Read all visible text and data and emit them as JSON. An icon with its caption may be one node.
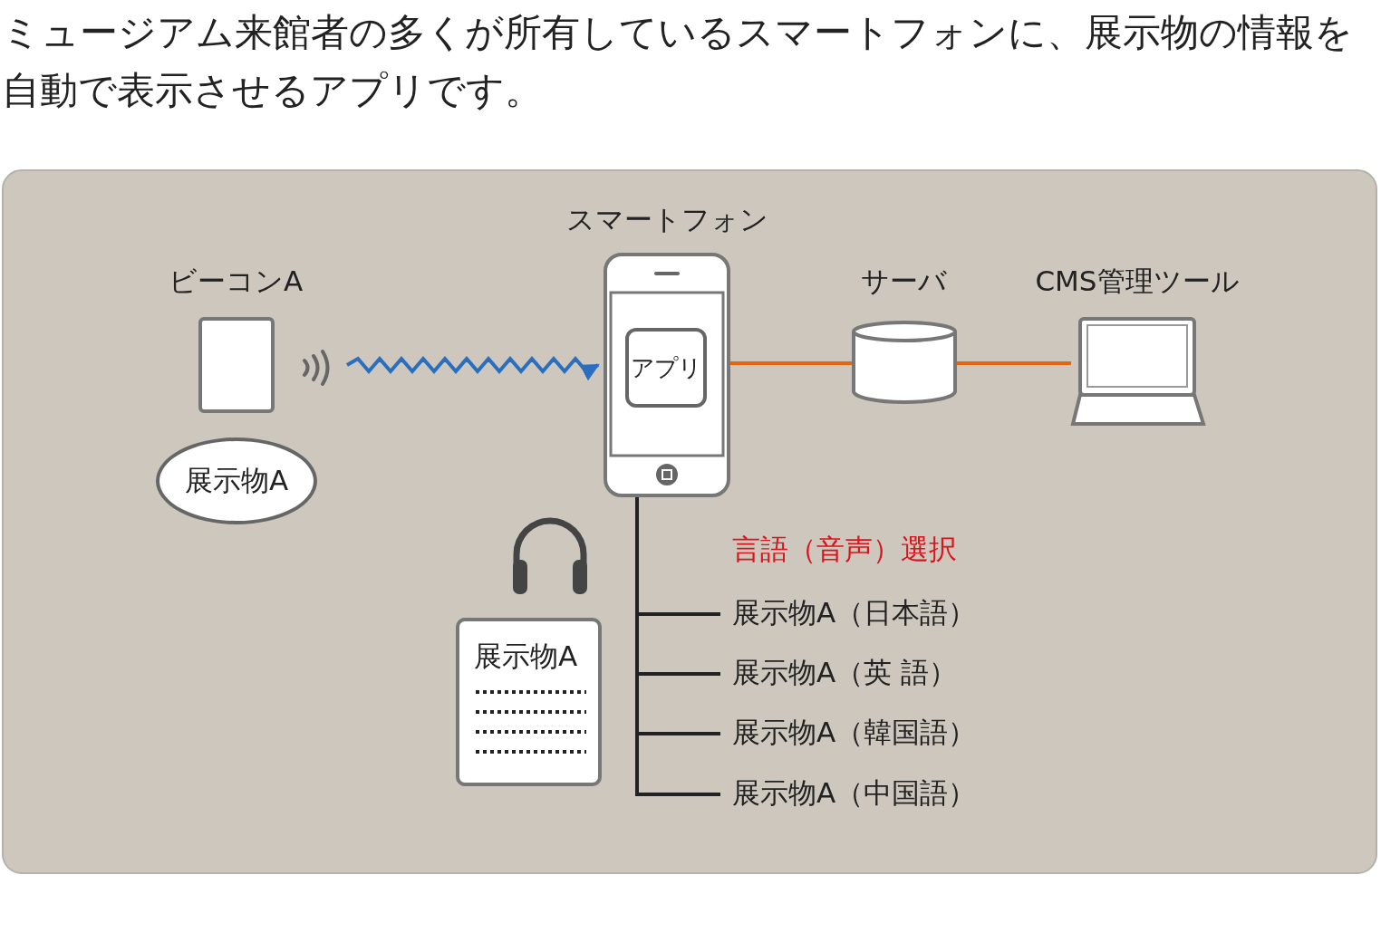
{
  "diagram": {
    "title": "ミュージアム来館者の多くが所有しているスマートフォンに、展示物の情報を自動で表示させるアプリです。",
    "nodes": [
      {
        "text": [
          "ビーコンA"
        ]
      },
      {
        "text": [
          "展示物A"
        ]
      },
      {
        "text": [
          "スマートフォン"
        ]
      },
      {
        "text": [
          "アプリ"
        ],
        "in": 2
      },
      {
        "text": [
          "サーバ"
        ]
      },
      {
        "text": [
          "CMS管理ツール"
        ]
      },
      {
        "text": [
          "展示物A"
        ]
      },
      {
        "text": [
          "展示物A（日本語）"
        ]
      },
      {
        "text": [
          "展示物A（英 語）"
        ]
      },
      {
        "text": [
          "展示物A（韓国語）"
        ]
      },
      {
        "text": [
          "展示物A（中国語）"
        ]
      }
    ],
    "edges": [
      {
        "from": 0,
        "to": 2,
        "arrow": "to",
        "color": "#2a6ebf"
      },
      {
        "from": 2,
        "to": 4,
        "arrow": "none",
        "color": "#e8650f"
      },
      {
        "from": 4,
        "to": 5,
        "arrow": "none",
        "color": "#e8650f"
      },
      {
        "from": 2,
        "to": 7,
        "arrow": "none"
      },
      {
        "from": 2,
        "to": 8,
        "arrow": "none"
      },
      {
        "from": 2,
        "to": 9,
        "arrow": "none"
      },
      {
        "from": 2,
        "to": 10,
        "arrow": "none"
      }
    ],
    "labels": [
      "言語（音声）選択"
    ]
  }
}
